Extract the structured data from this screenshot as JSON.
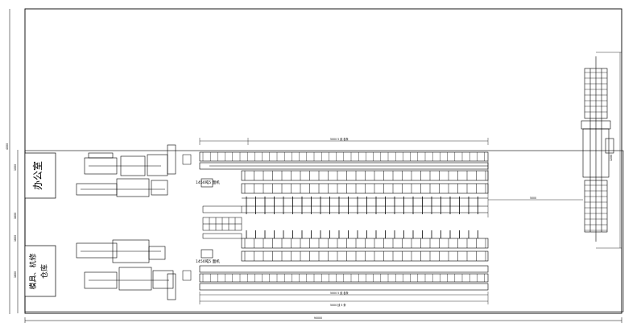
{
  "rooms": {
    "office": "办公室",
    "mold_line1": "模具、机修",
    "mold_line2": "仓库"
  },
  "machine_labels": {
    "upper": "1450吨5 面机",
    "lower": "1450吨5 面机"
  },
  "dimensions": {
    "top_upper_line": "5000 5 线 各条",
    "top_lower_line": "",
    "bottom_line_a": "5000 5 线 各条",
    "bottom_line_b": "5000 线 5 条",
    "bottom_total": "90000",
    "right_gap": "5000",
    "left_height": "4000",
    "left_seg1": "1000",
    "left_seg2": "1600",
    "left_seg3": "1600",
    "left_seg4": "1600",
    "small_box": "1200"
  },
  "colors": {
    "line": "#000000",
    "paper": "#ffffff"
  }
}
